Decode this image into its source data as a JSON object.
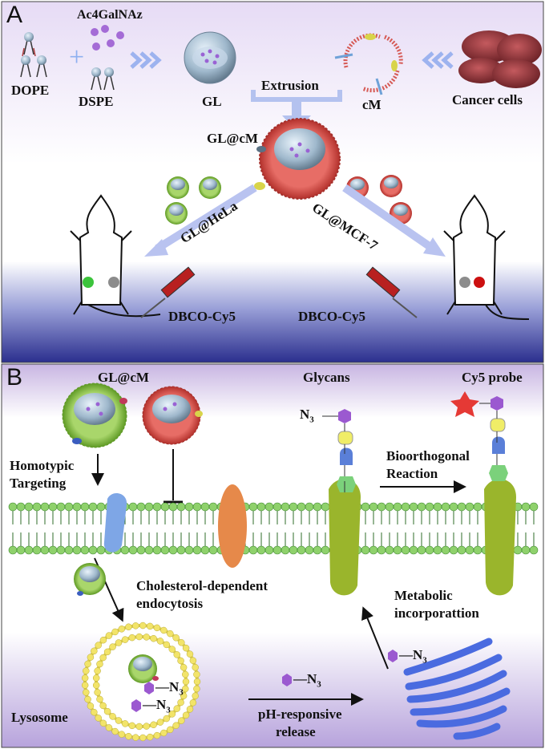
{
  "panels": {
    "a": "A",
    "b": "B"
  },
  "panel_a": {
    "reagent": "Ac4GalNAz",
    "lipid1": "DOPE",
    "lipid2": "DSPE",
    "gl": "GL",
    "extrusion": "Extrusion",
    "cm": "cM",
    "cancer_cells": "Cancer cells",
    "glcm": "GL@cM",
    "left_route": "GL@HeLa",
    "right_route": "GL@MCF-7",
    "probe_left": "DBCO-Cy5",
    "probe_right": "DBCO-Cy5"
  },
  "panel_b": {
    "glcm": "GL@cM",
    "glycans": "Glycans",
    "cy5_probe": "Cy5 probe",
    "homotypic_1": "Homotypic",
    "homotypic_2": "Targeting",
    "bioorthogonal_1": "Bioorthogonal",
    "bioorthogonal_2": "Reaction",
    "endo_1": "Cholesterol-dependent",
    "endo_2": "endocytosis",
    "metabolic_1": "Metabolic",
    "metabolic_2": "incorporattion",
    "lysosome": "Lysosome",
    "ph_1": "pH-responsive",
    "ph_2": "release",
    "azide": "N",
    "azide_sub": "3",
    "azide_prefix": "—N"
  },
  "colors": {
    "bg_top": "#ffffff",
    "bg_purple": "#c9b6e4",
    "bg_blue": "#2a2f8f",
    "membrane_green": "#8fd16c",
    "cell_membrane_red": "#d9534f",
    "green_particle": "#8cc63f",
    "orange_protein": "#e6894a",
    "olive_protein": "#9ab52c",
    "blue_protein": "#7ea6e6",
    "glycan_purple": "#9b59d0",
    "cy5_star": "#e53935",
    "arrow_light": "#b9c3f0"
  }
}
